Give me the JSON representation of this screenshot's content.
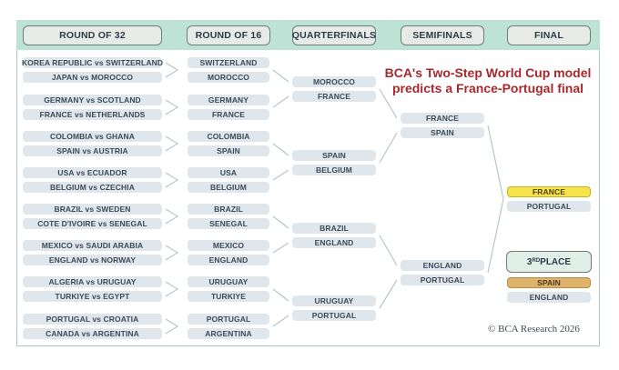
{
  "headers": {
    "round32": "ROUND OF 32",
    "round16": "ROUND OF 16",
    "quarterfinals": "QUARTERFINALS",
    "semifinals": "SEMIFINALS",
    "final": "FINAL"
  },
  "headline": {
    "line1": "BCA's Two-Step World Cup model",
    "line2": "predicts a France-Portugal final"
  },
  "round32": [
    "KOREA REPUBLIC vs SWITZERLAND",
    "JAPAN vs MOROCCO",
    "GERMANY vs SCOTLAND",
    "FRANCE vs NETHERLANDS",
    "COLOMBIA vs GHANA",
    "SPAIN vs AUSTRIA",
    "USA vs ECUADOR",
    "BELGIUM vs CZECHIA",
    "BRAZIL vs SWEDEN",
    "COTE D'IVOIRE vs SENEGAL",
    "MEXICO vs SAUDI ARABIA",
    "ENGLAND vs NORWAY",
    "ALGERIA vs URUGUAY",
    "TURKIYE vs EGYPT",
    "PORTUGAL vs CROATIA",
    "CANADA vs ARGENTINA"
  ],
  "round16": [
    "SWITZERLAND",
    "MOROCCO",
    "GERMANY",
    "FRANCE",
    "COLOMBIA",
    "SPAIN",
    "USA",
    "BELGIUM",
    "BRAZIL",
    "SENEGAL",
    "MEXICO",
    "ENGLAND",
    "URUGUAY",
    "TURKIYE",
    "PORTUGAL",
    "ARGENTINA"
  ],
  "quarterfinals": [
    "MOROCCO",
    "FRANCE",
    "SPAIN",
    "BELGIUM",
    "BRAZIL",
    "ENGLAND",
    "URUGUAY",
    "PORTUGAL"
  ],
  "semifinals": [
    "FRANCE",
    "SPAIN",
    "ENGLAND",
    "PORTUGAL"
  ],
  "final": {
    "winner": "FRANCE",
    "runner_up": "PORTUGAL"
  },
  "third_place": {
    "title_prefix": "3",
    "title_sup": "RD",
    "title_suffix": " PLACE",
    "winner": "SPAIN",
    "runner_up": "ENGLAND"
  },
  "copyright": "© BCA Research 2026",
  "colors": {
    "band": "#bfe2d6",
    "pill": "#dfe6ec",
    "winner": "#f6e24a",
    "third": "#e0b36b",
    "headline": "#a8282d",
    "connector": "#b9c4ce"
  }
}
